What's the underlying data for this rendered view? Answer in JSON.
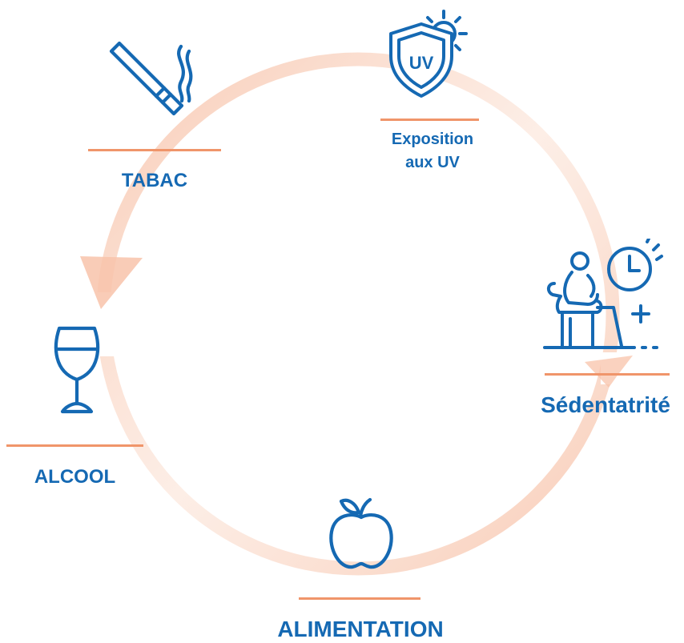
{
  "colors": {
    "icon_blue": "#1569b3",
    "label_blue": "#1569b3",
    "underline_orange": "#f0956a",
    "cycle_arrow": "#f8c7ae"
  },
  "items": [
    {
      "key": "tabac",
      "label": "TABAC",
      "icon": "cigarette-icon"
    },
    {
      "key": "uv",
      "label_line1": "Exposition",
      "label_line2": "aux UV",
      "icon": "uv-shield-sun-icon",
      "icon_text": "UV"
    },
    {
      "key": "sedentarite",
      "label": "Sédentatrité",
      "icon": "seated-person-clock-icon"
    },
    {
      "key": "alimentation",
      "label": "ALIMENTATION",
      "icon": "apple-icon"
    },
    {
      "key": "alcool",
      "label": "ALCOOL",
      "icon": "wine-glass-icon"
    }
  ]
}
